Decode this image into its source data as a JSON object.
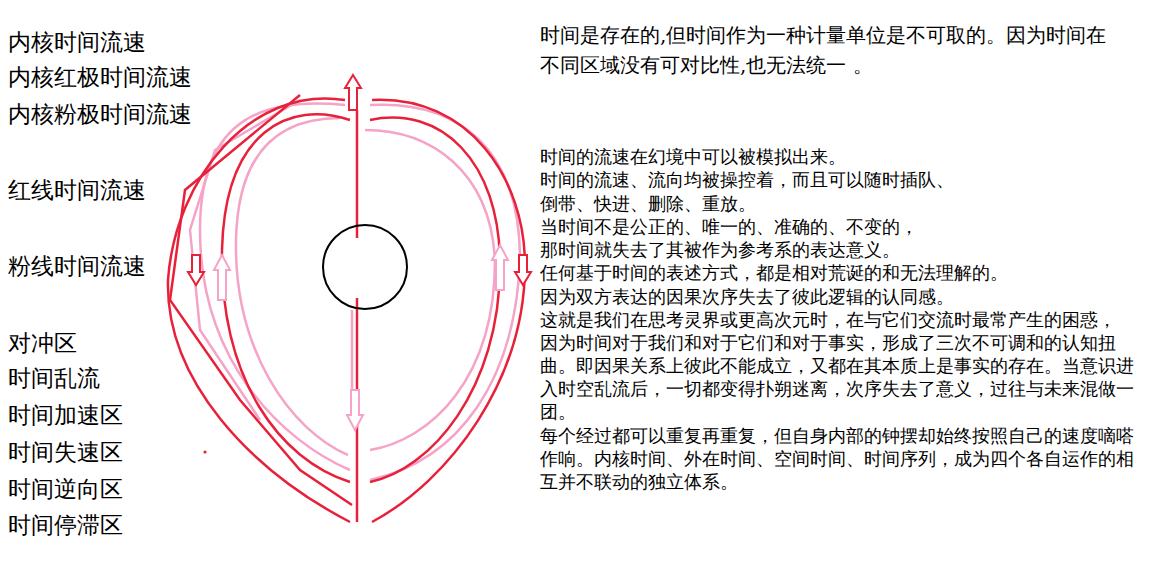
{
  "diagram": {
    "labels": [
      "内核时间流速",
      "内核红极时间流速",
      "内核粉极时间流速",
      "红线时间流速",
      "粉线时间流速",
      "对冲区",
      "时间乱流",
      "时间加速区",
      "时间失速区",
      "时间逆向区",
      "时间停滞区",
      "时间是存在的,但时间作为一种计量单位是不可取的。因为时间在",
      "不同区域没有可对比性,也无法统一 。",
      "时间的流速在幻境中可以被模拟出来。",
      "时间的流速、流向均被操控着，而且可以随时插队、",
      "倒带、快进、删除、重放。",
      "当时间不是公正的、唯一的、准确的、不变的，",
      "那时间就失去了其被作为参考系的表达意义。",
      "任何基于时间的表述方式，都是相对荒诞的和无法理解的。",
      "因为双方表达的因果次序失去了彼此逻辑的认同感。",
      "这就是我们在思考灵界或更高次元时，在与它们交流时最常产生的困惑，",
      "因为时间对于我们和对于它们和对于事实，形成了三次不可调和的认知扭",
      "曲。即因果关系上彼此不能成立，又都在其本质上是事实的存在。当意识进",
      "入时空乱流后，一切都变得扑朔迷离，次序失去了意义，过往与未来混做一",
      "团。",
      "每个经过都可以重复再重复，但自身内部的钟摆却始终按照自己的速度嘀嗒",
      "作响。内核时间、外在时间、空间时间、时间序列，成为四个各自运作的相",
      "互并不联动的独立体系。"
    ]
  }
}
